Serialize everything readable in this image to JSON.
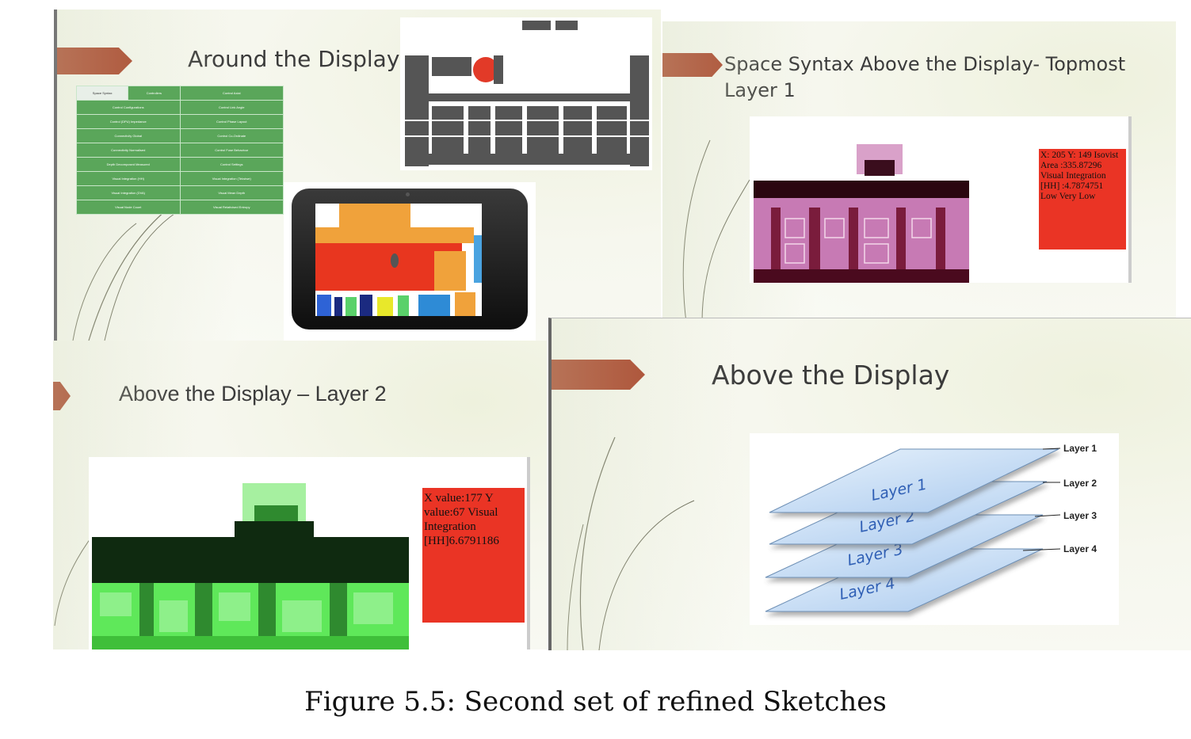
{
  "slides": {
    "s1": {
      "title": "Around the Display",
      "table": {
        "header": [
          "Space Syntax",
          "Controllers",
          "Control Axial"
        ],
        "rows": [
          [
            "Control Configurations",
            "Control Link Angle"
          ],
          [
            "Control (DPU) Impedance",
            "Control Phase Layout"
          ],
          [
            "Connectivity Global",
            "Control Co-Ordinate"
          ],
          [
            "Connectivity Normalised",
            "Control Fuse Behaviour"
          ],
          [
            "Depth Decomposed Measured",
            "Control Settings"
          ],
          [
            "Visual Integration (HH)",
            "Visual Integration (Tekstwe)"
          ],
          [
            "Visual Integration (DVA)",
            "Visual Mean Depth"
          ],
          [
            "Visual Node Count",
            "Visual Relativised Entropy"
          ]
        ]
      }
    },
    "s2": {
      "title_line1": "Space Syntax Above the Display- Topmost",
      "title_line2": "Layer 1",
      "info_lines": [
        "X: 205 Y: 149 Isovist",
        "Area :335.87296",
        "Visual Integration",
        "[HH] :4.7874751",
        "Low Very Low"
      ]
    },
    "s3": {
      "title": "Above the Display – Layer 2",
      "info_lines": [
        "X value:177 Y",
        "value:67 Visual",
        "Integration",
        "[HH]6.6791186"
      ]
    },
    "s4": {
      "title": "Above the Display",
      "layer_labels": [
        "Layer 1",
        "Layer 2",
        "Layer 3",
        "Layer 4"
      ],
      "plane_labels": [
        "Layer 1",
        "Layer 2",
        "Layer 3",
        "Layer 4"
      ]
    }
  },
  "caption": "Figure 5.5: Second set of refined Sketches",
  "colors": {
    "accent": "#a63a20",
    "info_red": "#ea3425",
    "table_green": "#5aa65a",
    "plane_blue": "#bcd7f2"
  }
}
